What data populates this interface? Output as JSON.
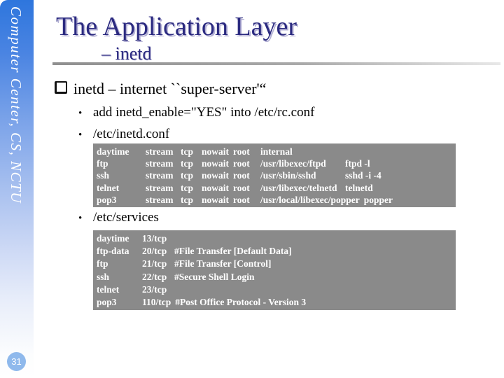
{
  "sidebar": {
    "vertical_text": "Computer Center, CS, NCTU",
    "page_number": "31"
  },
  "header": {
    "title": "The Application Layer",
    "subtitle": "– inetd"
  },
  "content": {
    "main_bullet": "inetd – internet ``super-server'“",
    "sub_bullets": [
      "add inetd_enable=\"YES\" into /etc/rc.conf",
      "/etc/inetd.conf",
      "/etc/services"
    ]
  },
  "inetd_conf": {
    "rows": [
      {
        "service": "daytime",
        "socket": "stream",
        "proto": "tcp",
        "wait": "nowait",
        "user": "root",
        "path": "internal",
        "cmd": ""
      },
      {
        "service": "ftp",
        "socket": "stream",
        "proto": "tcp",
        "wait": "nowait",
        "user": "root",
        "path": "/usr/libexec/ftpd",
        "cmd": "ftpd -l"
      },
      {
        "service": "ssh",
        "socket": "stream",
        "proto": "tcp",
        "wait": "nowait",
        "user": "root",
        "path": "/usr/sbin/sshd",
        "cmd": "sshd -i -4"
      },
      {
        "service": "telnet",
        "socket": "stream",
        "proto": "tcp",
        "wait": "nowait",
        "user": "root",
        "path": "/usr/libexec/telnetd",
        "cmd": "telnetd"
      },
      {
        "service": "pop3",
        "socket": "stream",
        "proto": "tcp",
        "wait": "nowait",
        "user": "root",
        "path": "/usr/local/libexec/popper",
        "cmd": "popper"
      }
    ]
  },
  "services": {
    "rows": [
      {
        "name": "daytime",
        "port": "13/tcp",
        "comment": ""
      },
      {
        "name": "ftp-data",
        "port": "20/tcp",
        "comment": "#File Transfer [Default Data]"
      },
      {
        "name": "ftp",
        "port": "21/tcp",
        "comment": "#File Transfer [Control]"
      },
      {
        "name": "ssh",
        "port": "22/tcp",
        "comment": "#Secure Shell Login"
      },
      {
        "name": "telnet",
        "port": "23/tcp",
        "comment": ""
      },
      {
        "name": "pop3",
        "port": "110/tcp",
        "comment": "#Post Office Protocol - Version 3"
      }
    ]
  },
  "colors": {
    "sidebar_top": "#2e76dd",
    "title_text": "#2b2a80",
    "title_shadow": "#b3b0d4",
    "code_background": "#8a8a8a",
    "code_text": "#ffffff",
    "page_circle": "#8fb9ec"
  }
}
